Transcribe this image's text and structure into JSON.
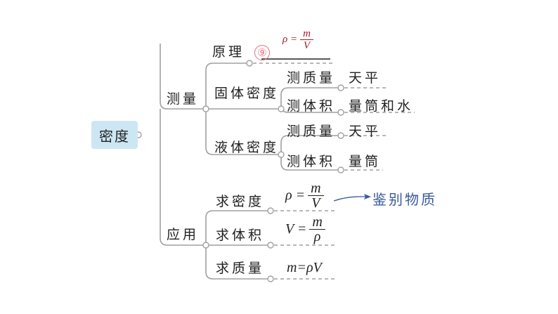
{
  "root": "密度",
  "measure": {
    "label": "测量",
    "principle": {
      "label": "原理",
      "number": "⑨",
      "formula_lhs": "ρ =",
      "formula_num": "m",
      "formula_den": "V"
    },
    "solid": {
      "label": "固体密度",
      "mass": "测质量",
      "mass_tool": "天平",
      "volume": "测体积",
      "volume_tool": "量筒和水"
    },
    "liquid": {
      "label": "液体密度",
      "mass": "测质量",
      "mass_tool": "天平",
      "volume": "测体积",
      "volume_tool": "量筒"
    }
  },
  "apply": {
    "label": "应用",
    "density": {
      "label": "求密度",
      "lhs": "ρ =",
      "num": "m",
      "den": "V",
      "note": "鉴别物质"
    },
    "volume": {
      "label": "求体积",
      "lhs": "V =",
      "num": "m",
      "den": "ρ"
    },
    "mass": {
      "label": "求质量",
      "formula": "m=ρV"
    }
  },
  "colors": {
    "root_bg": "#cde6f4",
    "line": "#999999",
    "answer": "#a01c2a",
    "note": "#3a5a98"
  }
}
